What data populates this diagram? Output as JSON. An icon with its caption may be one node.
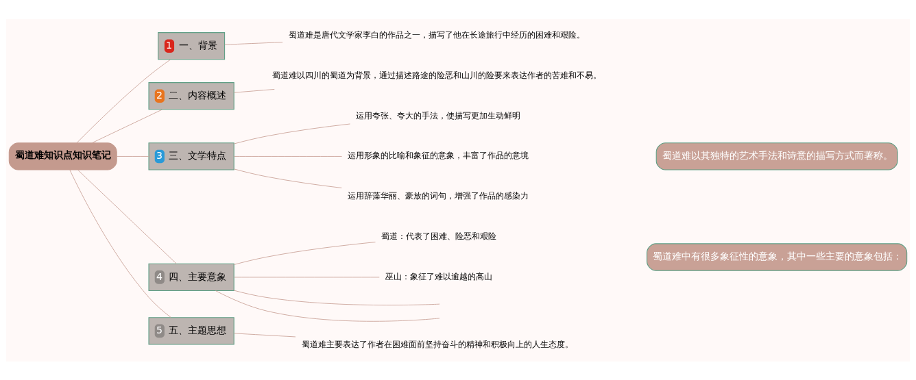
{
  "diagram": {
    "nodes": [
      {
        "text": [
          "蜀道难知识点知识笔记"
        ]
      },
      {
        "text": [
          "1",
          "一、背景"
        ]
      },
      {
        "text": [
          "蜀道难是唐代文学家李白的作品之一，描写了他在长途旅行中经历的困难和艰险。"
        ]
      },
      {
        "text": [
          "2",
          "二、内容概述"
        ]
      },
      {
        "text": [
          "蜀道难以四川的蜀道为背景，通过描述路途的险恶和山川的险要来表达作者的苦难和不易。"
        ]
      },
      {
        "text": [
          "3",
          "三、文学特点"
        ]
      },
      {
        "text": [
          "运用夸张、夸大的手法，使描写更加生动鲜明"
        ]
      },
      {
        "text": [
          "运用形象的比喻和象征的意象，丰富了作品的意境"
        ]
      },
      {
        "text": [
          "运用辞藻华丽、豪放的词句，增强了作品的感染力"
        ]
      },
      {
        "text": [
          "蜀道难以其独特的艺术手法和诗意的描写方式而著称。"
        ]
      },
      {
        "text": [
          "4",
          "四、主要意象"
        ]
      },
      {
        "text": [
          "蜀道：代表了困难、险恶和艰险"
        ]
      },
      {
        "text": [
          "巫山：象征了难以逾越的高山"
        ]
      },
      {
        "text": [
          "蜀道难中有很多象征性的意象，其中一些主要的意象包括："
        ]
      },
      {
        "text": [
          "5",
          "五、主题思想"
        ]
      },
      {
        "text": [
          "蜀道难主要表达了作者在困难面前坚持奋斗的精神和积极向上的人生态度。"
        ]
      }
    ],
    "edges": [
      {
        "from": 0,
        "to": 1,
        "arrow": "none"
      },
      {
        "from": 0,
        "to": 3,
        "arrow": "none"
      },
      {
        "from": 0,
        "to": 5,
        "arrow": "none"
      },
      {
        "from": 0,
        "to": 10,
        "arrow": "none"
      },
      {
        "from": 0,
        "to": 14,
        "arrow": "none"
      },
      {
        "from": 1,
        "to": 2,
        "arrow": "none"
      },
      {
        "from": 3,
        "to": 4,
        "arrow": "none"
      },
      {
        "from": 5,
        "to": 6,
        "arrow": "none"
      },
      {
        "from": 5,
        "to": 7,
        "arrow": "none"
      },
      {
        "from": 5,
        "to": 8,
        "arrow": "none"
      },
      {
        "from": 10,
        "to": 11,
        "arrow": "none"
      },
      {
        "from": 10,
        "to": 12,
        "arrow": "none"
      },
      {
        "from": 10,
        "to": null,
        "arrow": "none"
      },
      {
        "from": 10,
        "to": null,
        "arrow": "none"
      },
      {
        "from": 14,
        "to": 15,
        "arrow": "none"
      }
    ]
  }
}
